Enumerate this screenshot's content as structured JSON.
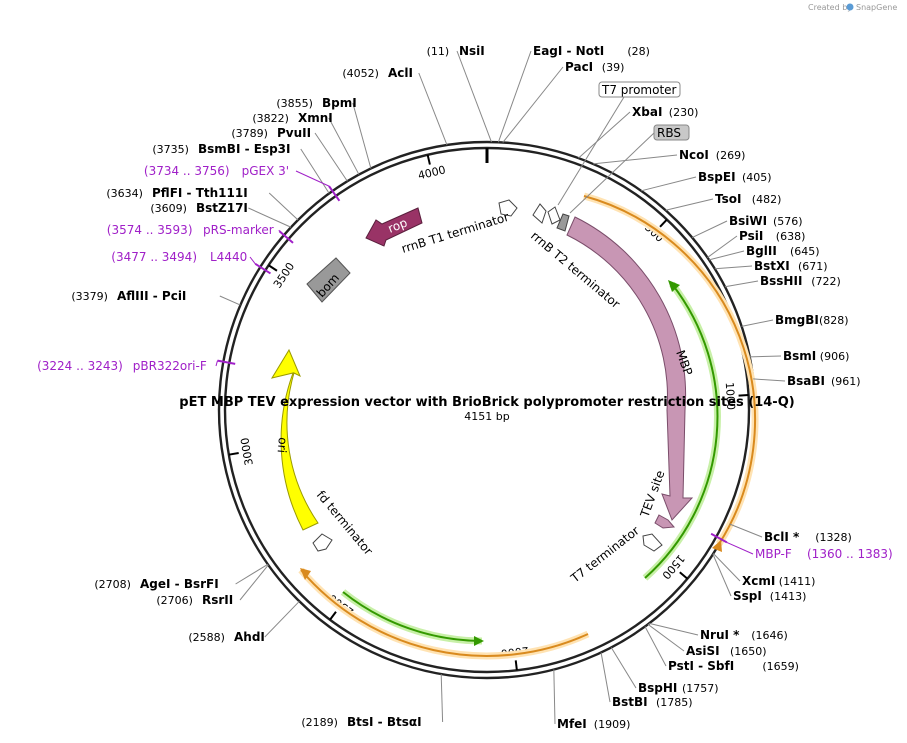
{
  "credit": "Created by",
  "credit_brand": "SnapGene",
  "title": "pET MBP TEV expression vector with BrioBrick polypromoter restriction sites (14-Q)",
  "subtitle": "4151 bp",
  "bp_total": 4151,
  "ticks": [
    "500",
    "1000",
    "1500",
    "2000",
    "2500",
    "3000",
    "3500",
    "4000"
  ],
  "sites": [
    {
      "pos": "(11)",
      "name": "NsiI"
    },
    {
      "pos": "(28)",
      "name": "EagI  - NotI"
    },
    {
      "pos": "(39)",
      "name": "PacI"
    },
    {
      "pos": "(230)",
      "name": "XbaI"
    },
    {
      "pos": "(269)",
      "name": "NcoI"
    },
    {
      "pos": "(405)",
      "name": "BspEI"
    },
    {
      "pos": "(482)",
      "name": "TsoI"
    },
    {
      "pos": "(576)",
      "name": "BsiWI"
    },
    {
      "pos": "(638)",
      "name": "PsiI"
    },
    {
      "pos": "(645)",
      "name": "BglII"
    },
    {
      "pos": "(671)",
      "name": "BstXI"
    },
    {
      "pos": "(722)",
      "name": "BssHII"
    },
    {
      "pos": "(828)",
      "name": "BmgBI"
    },
    {
      "pos": "(906)",
      "name": "BsmI"
    },
    {
      "pos": "(961)",
      "name": "BsaBI"
    },
    {
      "pos": "(1328)",
      "name": "BclI *"
    },
    {
      "pos": "(1411)",
      "name": "XcmI"
    },
    {
      "pos": "(1413)",
      "name": "SspI"
    },
    {
      "pos": "(1646)",
      "name": "NruI *"
    },
    {
      "pos": "(1650)",
      "name": "AsiSI"
    },
    {
      "pos": "(1659)",
      "name": "PstI  - SbfI"
    },
    {
      "pos": "(1757)",
      "name": "BspHI"
    },
    {
      "pos": "(1785)",
      "name": "BstBI"
    },
    {
      "pos": "(1909)",
      "name": "MfeI"
    },
    {
      "pos": "(2189)",
      "name": "BtsI  - BtsαI"
    },
    {
      "pos": "(2588)",
      "name": "AhdI"
    },
    {
      "pos": "(2706)",
      "name": "RsrII"
    },
    {
      "pos": "(2708)",
      "name": "AgeI  - BsrFI"
    },
    {
      "pos": "(3379)",
      "name": "AflIII  - PciI"
    },
    {
      "pos": "(3609)",
      "name": "BstZ17I"
    },
    {
      "pos": "(3634)",
      "name": "PflFI  - Tth111I"
    },
    {
      "pos": "(3735)",
      "name": "BsmBI  - Esp3I"
    },
    {
      "pos": "(3789)",
      "name": "PvuII"
    },
    {
      "pos": "(3822)",
      "name": "XmnI"
    },
    {
      "pos": "(3855)",
      "name": "BpmI"
    },
    {
      "pos": "(4052)",
      "name": "AclI"
    }
  ],
  "primers": [
    {
      "range": "(3734 .. 3756)",
      "name": "pGEX 3'"
    },
    {
      "range": "(3574 .. 3593)",
      "name": "pRS-marker"
    },
    {
      "range": "(3477 .. 3494)",
      "name": "L4440"
    },
    {
      "range": "(3224 .. 3243)",
      "name": "pBR322ori-F"
    },
    {
      "name": "MBP-F",
      "range": "(1360 .. 1383)"
    }
  ],
  "boxed_labels": [
    "T7 promoter",
    "RBS"
  ],
  "features": [
    "rrnB T1 terminator",
    "rrnB T2 terminator",
    "MBP",
    "TEV site",
    "T7 terminator",
    "fd terminator",
    "ori",
    "rop",
    "bom"
  ],
  "colors": {
    "backbone": "#222222",
    "primer": "#a020c8",
    "mbp": "#c896b4",
    "tev": "#c896b4",
    "ori": "#ffff00",
    "rop": "#993366",
    "bom": "#999999",
    "orange": "#ff9900",
    "green": "#66cc33"
  }
}
